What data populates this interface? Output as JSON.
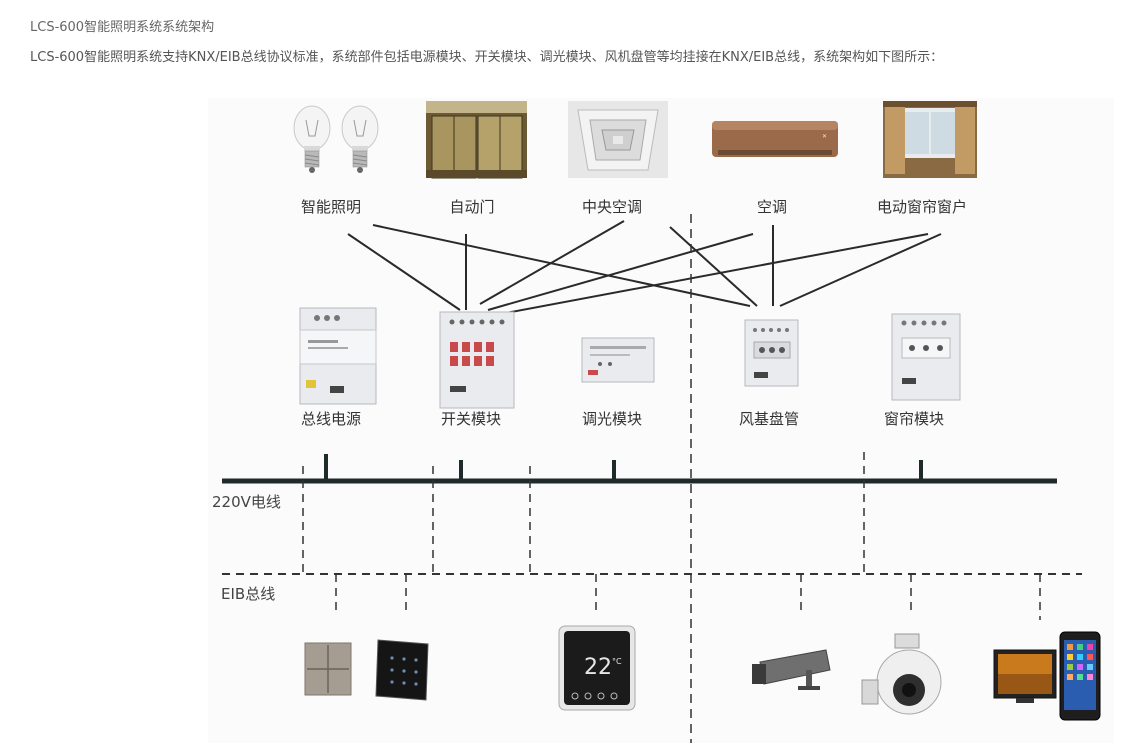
{
  "page": {
    "heading": "LCS-600智能照明系统系统架构",
    "description": "LCS-600智能照明系统支持KNX/EIB总线协议标准，系统部件包括电源模块、开关模块、调光模块、风机盘管等均挂接在KNX/EIB总线，系统架构如下图所示："
  },
  "diagram": {
    "appliances": [
      {
        "label": "智能照明",
        "icon": "light-bulb-icon"
      },
      {
        "label": "自动门",
        "icon": "automatic-door-icon"
      },
      {
        "label": "中央空调",
        "icon": "ceiling-vent-icon"
      },
      {
        "label": "空调",
        "icon": "air-conditioner-icon"
      },
      {
        "label": "电动窗帘窗户",
        "icon": "curtain-window-icon"
      }
    ],
    "modules": [
      {
        "label": "总线电源",
        "icon": "bus-power-module-icon"
      },
      {
        "label": "开关模块",
        "icon": "switch-module-icon"
      },
      {
        "label": "调光模块",
        "icon": "dimmer-module-icon"
      },
      {
        "label": "风基盘管",
        "icon": "fan-coil-module-icon"
      },
      {
        "label": "窗帘模块",
        "icon": "curtain-module-icon"
      }
    ],
    "power_line_label": "220V电线",
    "bus_label": "EIB总线",
    "devices": [
      {
        "icon": "wall-switch-panel-icon"
      },
      {
        "icon": "touch-panel-icon"
      },
      {
        "icon": "thermostat-icon",
        "display_temp": "22",
        "display_unit": "°C"
      },
      {
        "icon": "bullet-camera-icon"
      },
      {
        "icon": "dome-camera-icon"
      },
      {
        "icon": "monitor-and-phone-icon"
      }
    ],
    "colors": {
      "line": "#222222",
      "module_body": "#e9ebee",
      "wood_door": "#9a7b3a",
      "ac_bronze": "#9b6a4a",
      "curtain": "#b58a55"
    }
  }
}
